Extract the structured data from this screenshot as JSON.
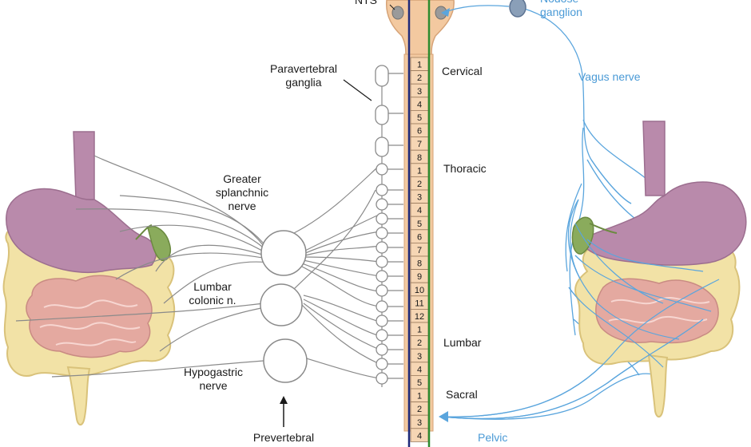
{
  "labels": {
    "nts": "NTS",
    "nodose": "Nodose\nganglion",
    "vagus": "Vagus nerve",
    "paravertebral": "Paravertebral\nganglia",
    "greater_splanchnic": "Greater\nsplanchnic\nnerve",
    "lumbar_colonic": "Lumbar\ncolonic n.",
    "hypogastric": "Hypogastric\nnerve",
    "prevertebral": "Prevertebral",
    "pelvic": "Pelvic"
  },
  "regions": {
    "cervical": "Cervical",
    "thoracic": "Thoracic",
    "lumbar": "Lumbar",
    "sacral": "Sacral"
  },
  "segments": [
    "1",
    "2",
    "3",
    "4",
    "5",
    "6",
    "7",
    "8",
    "1",
    "2",
    "3",
    "4",
    "5",
    "6",
    "7",
    "8",
    "9",
    "10",
    "11",
    "12",
    "1",
    "2",
    "3",
    "4",
    "5",
    "1",
    "2",
    "3",
    "4"
  ],
  "colors": {
    "stomach": "#b98aab",
    "stomach_dark": "#9c6e8f",
    "colon": "#f2e2a6",
    "colon_edge": "#d9c27a",
    "intestine": "#e4a9a0",
    "gallbladder": "#8aab5c",
    "spine": "#f3c9a0",
    "spine_edge": "#d6a377",
    "nerve_gray": "#8a8a8a",
    "vagus_blue": "#5aa5dd",
    "cord_navy": "#1f2a7a",
    "cord_green": "#2e8b2e"
  }
}
